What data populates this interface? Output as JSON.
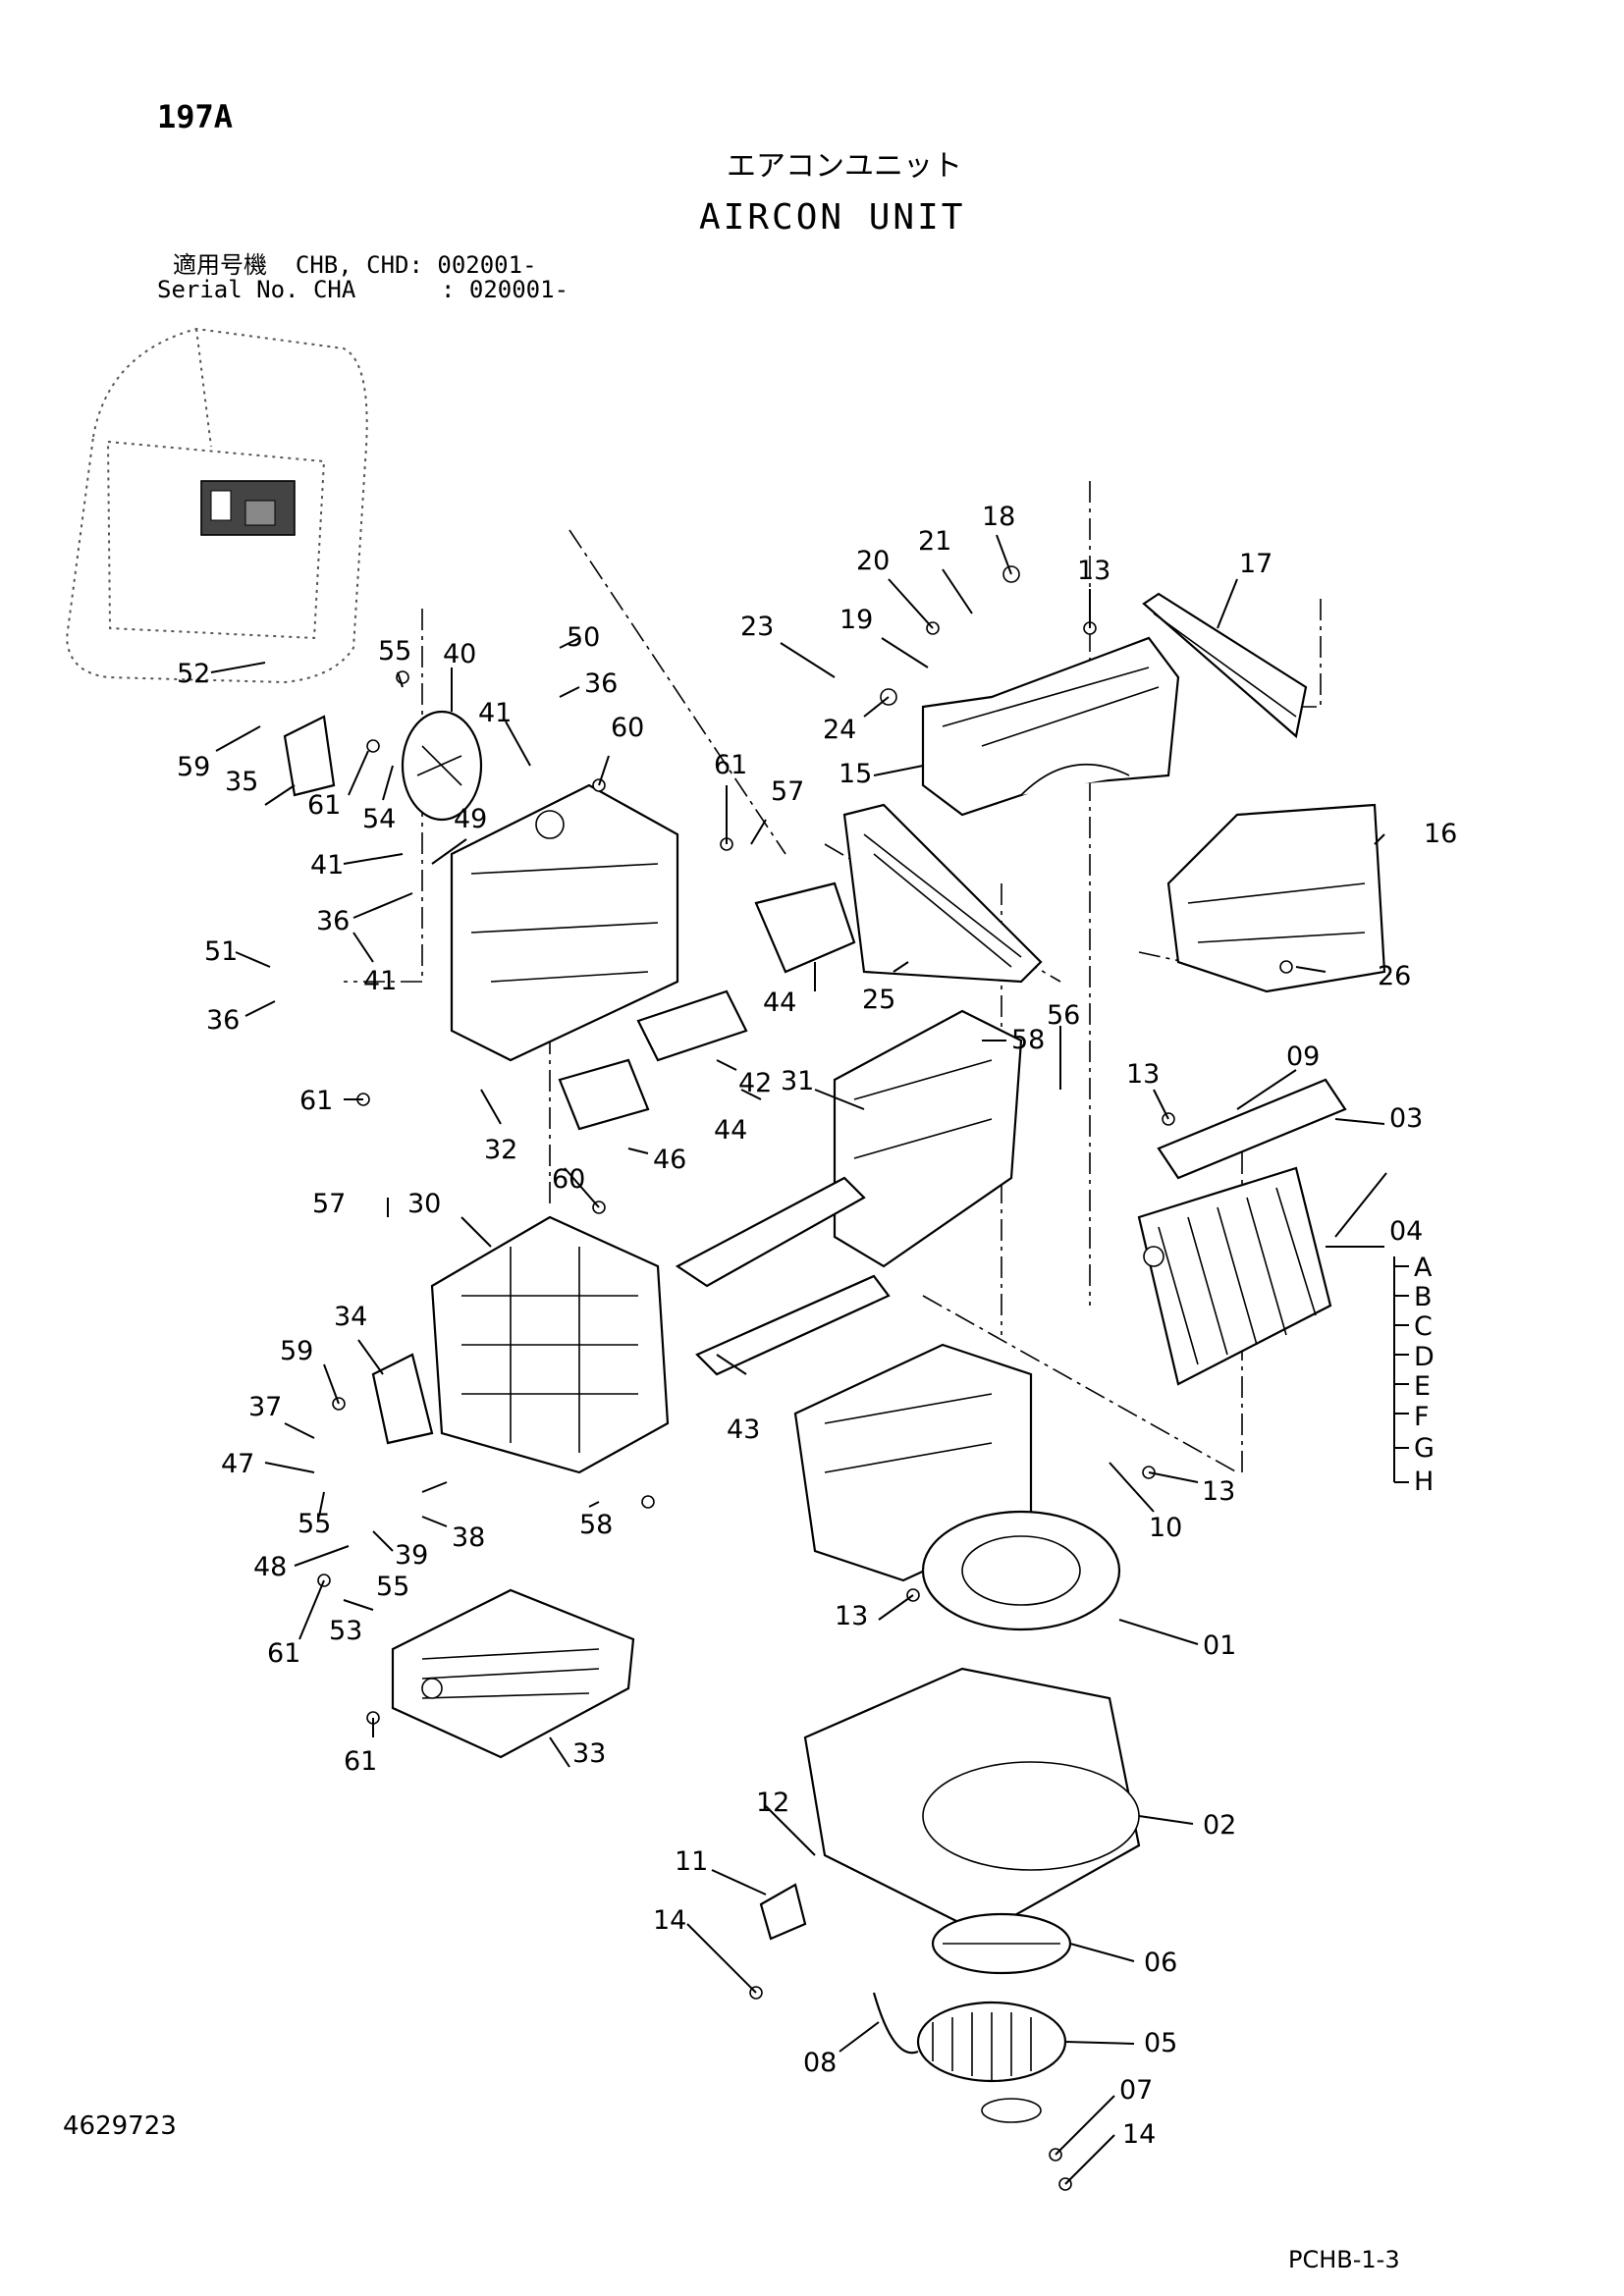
{
  "header": {
    "page_code": "197A",
    "title_jp": "エアコンユニット",
    "title_en": "AIRCON UNIT",
    "serial_line_1": "適用号機  CHB, CHD: 002001-",
    "serial_line_2": "Serial No. CHA      : 020001-"
  },
  "footer": {
    "doc_number": "4629723",
    "page_ref": "PCHB-1-3"
  },
  "callouts": [
    "18",
    "21",
    "20",
    "13",
    "17",
    "23",
    "19",
    "24",
    "15",
    "52",
    "55",
    "40",
    "50",
    "36",
    "59",
    "60",
    "41",
    "35",
    "61",
    "54",
    "49",
    "41",
    "36",
    "61",
    "57",
    "16",
    "26",
    "51",
    "41",
    "36",
    "44",
    "25",
    "58",
    "56",
    "44",
    "31",
    "13",
    "09",
    "03",
    "61",
    "32",
    "46",
    "42",
    "57",
    "60",
    "30",
    "04",
    "34",
    "59",
    "37",
    "47",
    "55",
    "48",
    "39",
    "38",
    "55",
    "58",
    "43",
    "13",
    "10",
    "13",
    "01",
    "53",
    "61",
    "61",
    "33",
    "12",
    "02",
    "11",
    "14",
    "06",
    "05",
    "08",
    "07",
    "14"
  ],
  "variant_letters": [
    "A",
    "B",
    "C",
    "D",
    "E",
    "F",
    "G",
    "H"
  ]
}
